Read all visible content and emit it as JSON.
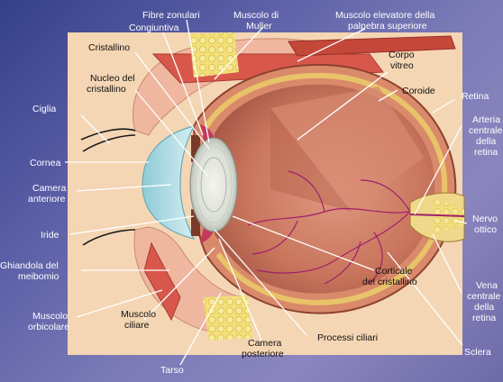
{
  "diagram": {
    "labels": {
      "fibre_zonulari": "Fibre zonulari",
      "congiuntiva": "Congiuntiva",
      "muscolo_muller_1": "Muscolo di",
      "muscolo_muller_2": "Muller",
      "elevatore_1": "Muscolo elevatore della",
      "elevatore_2": "palpebra superiore",
      "cristallino": "Cristallino",
      "nucleo_1": "Nucleo del",
      "nucleo_2": "cristallino",
      "corpo_1": "Corpo",
      "corpo_2": "vitreo",
      "coroide": "Coroide",
      "retina": "Retina",
      "arteria_1": "Arteria",
      "arteria_2": "centrale",
      "arteria_3": "della",
      "arteria_4": "retina",
      "ciglia": "Ciglia",
      "cornea": "Cornea",
      "camera_ant_1": "Camera",
      "camera_ant_2": "anteriore",
      "iride": "Iride",
      "nervo_1": "Nervo",
      "nervo_2": "ottico",
      "ghiandola_1": "Ghiandola del",
      "ghiandola_2": "meibomio",
      "vena_1": "Vena",
      "vena_2": "centrale",
      "vena_3": "della",
      "vena_4": "retina",
      "corticale_1": "Corticale",
      "corticale_2": "del cristallino",
      "orbicolare_1": "Muscolo",
      "orbicolare_2": "orbicolare",
      "ciliare_1": "Muscolo",
      "ciliare_2": "ciliare",
      "processi": "Processi ciliari",
      "camera_post_1": "Camera",
      "camera_post_2": "posteriore",
      "sclera": "Sclera",
      "tarso": "Tarso"
    },
    "colors": {
      "background_top": "#35408a",
      "panel": "#f4d6b4",
      "sclera": "#d98a6a",
      "vitreous": "#c8745c",
      "vessels": "#a01e6a",
      "lens": "#dfe3dc",
      "cornea": "#b9dfe6",
      "fat": "#f3e07a",
      "muscle": "#c4483a"
    }
  }
}
